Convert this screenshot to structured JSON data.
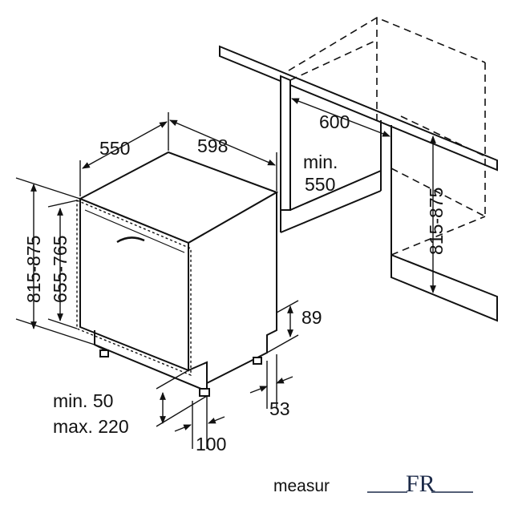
{
  "colors": {
    "ink": "#111111",
    "logo": "#1c2a48",
    "background": "#ffffff"
  },
  "dimensions": {
    "appliance_depth": "550",
    "appliance_width": "598",
    "niche_width": "600",
    "niche_depth_min": "min.",
    "niche_depth_value": "550",
    "niche_height": "815-875",
    "appliance_height": "815-875",
    "door_height": "655-765",
    "plinth_height": "89",
    "plinth_depth": "53",
    "door_gap_min": "min. 50",
    "door_gap_max": "max. 220",
    "door_overhang": "100"
  },
  "footer": {
    "caption": "measur",
    "logo_text": "FR"
  }
}
